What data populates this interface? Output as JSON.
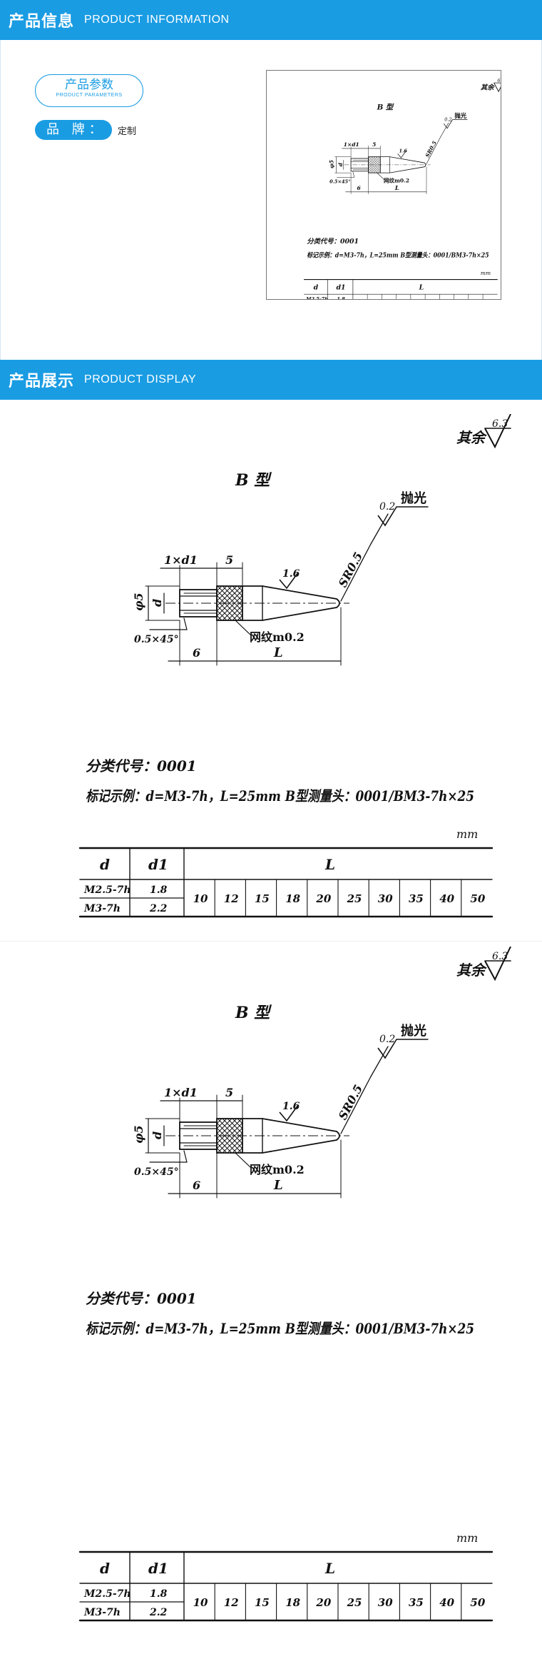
{
  "info_banner": {
    "zh": "产品信息",
    "en": "PRODUCT INFORMATION"
  },
  "params_pill": {
    "zh": "产品参数",
    "en": "PRODUCT PARAMETERS"
  },
  "brand": {
    "label": "品 牌：",
    "value": "定制"
  },
  "display_banner": {
    "zh": "产品展示",
    "en": "PRODUCT DISPLAY"
  },
  "drawing": {
    "roughness_note": "其余",
    "roughness_value": "6.3",
    "type_title": "B 型",
    "dim_thread": "1×d1",
    "dim_5": "5",
    "roughness_16": "1.6",
    "sr": "SR0.5",
    "polish_value": "0.2",
    "polish": "抛光",
    "phi5": "φ5",
    "d_label": "d",
    "chamfer": "0.5×45°",
    "knurl": "网纹m0.2",
    "dim_6": "6",
    "dim_L": "L",
    "class_code": "分类代号：0001",
    "mark_example": "标记示例：d=M3-7h，L=25mm B型测量头：0001/BM3-7h×25",
    "unit": "mm",
    "table": {
      "header_d": "d",
      "header_d1": "d1",
      "header_L": "L",
      "rows": [
        {
          "d": "M2.5-7h",
          "d1": "1.8"
        },
        {
          "d": "M3-7h",
          "d1": "2.2"
        }
      ],
      "L_values": [
        "10",
        "12",
        "15",
        "18",
        "20",
        "25",
        "30",
        "35",
        "40",
        "50"
      ]
    }
  }
}
